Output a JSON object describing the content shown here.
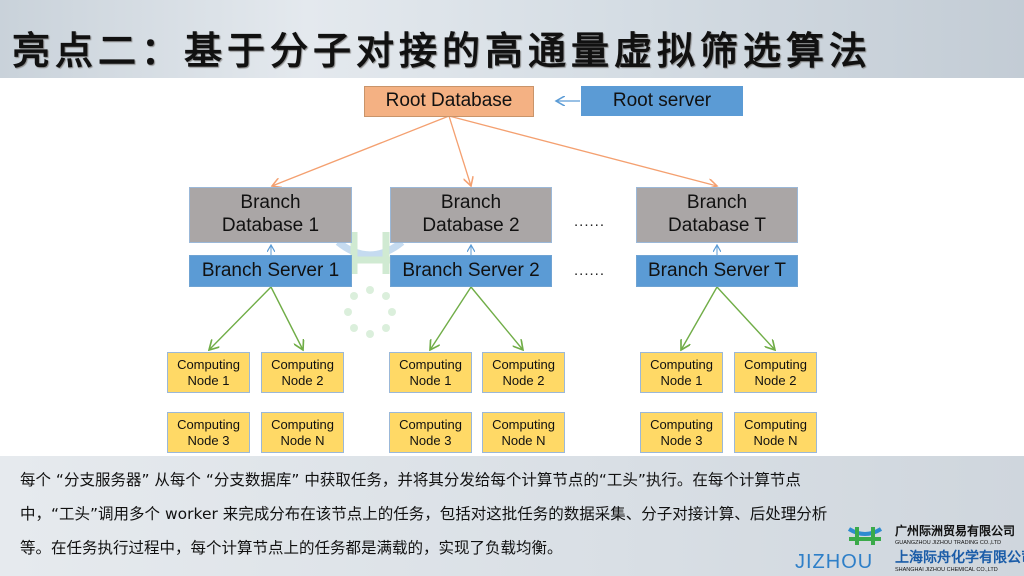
{
  "title": "亮点二：基于分子对接的高通量虚拟筛选算法",
  "diagram": {
    "root_database": "Root Database",
    "root_server": "Root server",
    "ellipsis": "......",
    "branches": [
      {
        "database": [
          "Branch",
          "Database 1"
        ],
        "server": "Branch Server 1",
        "nodes": [
          [
            "Computing",
            "Node 1"
          ],
          [
            "Computing",
            "Node 2"
          ],
          [
            "Computing",
            "Node 3"
          ],
          [
            "Computing",
            "Node N"
          ]
        ]
      },
      {
        "database": [
          "Branch",
          "Database 2"
        ],
        "server": "Branch Server 2",
        "nodes": [
          [
            "Computing",
            "Node 1"
          ],
          [
            "Computing",
            "Node 2"
          ],
          [
            "Computing",
            "Node 3"
          ],
          [
            "Computing",
            "Node N"
          ]
        ]
      },
      {
        "database": [
          "Branch",
          "Database T"
        ],
        "server": "Branch Server T",
        "nodes": [
          [
            "Computing",
            "Node 1"
          ],
          [
            "Computing",
            "Node 2"
          ],
          [
            "Computing",
            "Node 3"
          ],
          [
            "Computing",
            "Node N"
          ]
        ]
      }
    ],
    "colors": {
      "root_db": "#f4b183",
      "server": "#5b9bd5",
      "branch_db": "#aaa6a6",
      "node": "#ffd966",
      "root_arrow": "#f4a070",
      "node_arrow": "#70ad47"
    }
  },
  "description": [
    "每个 “分支服务器” 从每个 “分支数据库” 中获取任务，并将其分发给每个计算节点的“工头”执行。在每个计算节点",
    "中，“工头”调用多个 worker 来完成分布在该节点上的任务，包括对这批任务的数据采集、分子对接计算、后处理分析",
    "等。在任务执行过程中，每个计算节点上的任务都是满载的，实现了负载均衡。"
  ],
  "watermark": {
    "brand": "JIZHOU",
    "cn1": "广州际洲贸易有限公司",
    "en1": "GUANGZHOU JIZHOU TRADING CO.,LTD",
    "cn2": "上海际舟化学有限公司",
    "en2": "SHANGHAI JIZHOU CHEMICAL CO.,LTD"
  }
}
